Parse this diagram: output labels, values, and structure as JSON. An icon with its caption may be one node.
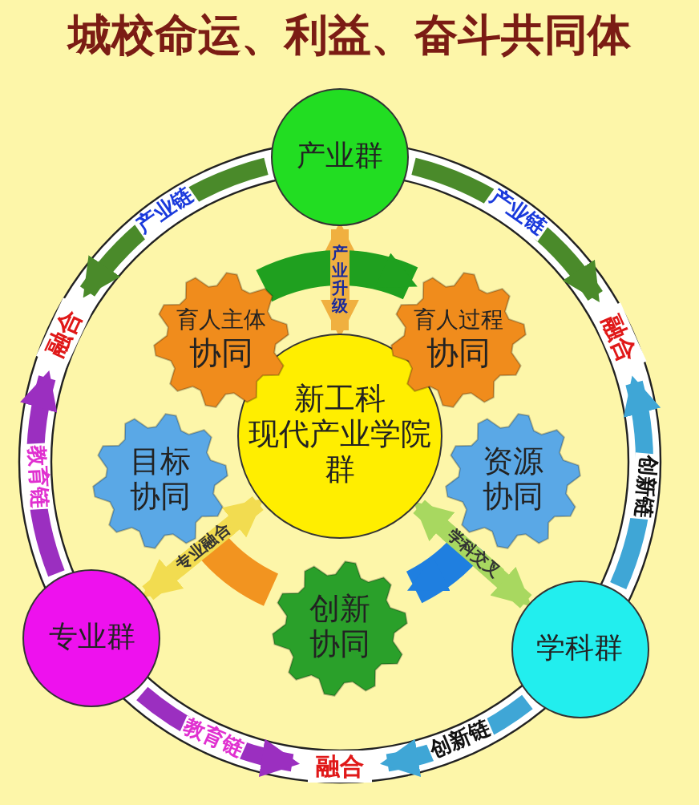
{
  "diagram": {
    "title": "城校命运、利益、奋斗共同体",
    "nodes": [
      {
        "text": [
          "产业群"
        ]
      },
      {
        "text": [
          "育人主体",
          "协同"
        ]
      },
      {
        "text": [
          "育人过程",
          "协同"
        ]
      },
      {
        "text": [
          "新工科",
          "现代产业学院群"
        ]
      },
      {
        "text": [
          "目标协同"
        ]
      },
      {
        "text": [
          "资源协同"
        ]
      },
      {
        "text": [
          "创新协同"
        ]
      },
      {
        "text": [
          "专业群"
        ]
      },
      {
        "text": [
          "学科群"
        ]
      },
      {
        "text": [
          "融合"
        ]
      },
      {
        "text": [
          "融合"
        ]
      },
      {
        "text": [
          "融合"
        ]
      }
    ],
    "edges": [
      {
        "from": 0,
        "to": 3,
        "arrow": "both",
        "label": "产业升级",
        "color": "#f0b040"
      },
      {
        "from": 3,
        "to": 7,
        "arrow": "both",
        "label": "专业融合",
        "color": "#f2dc50"
      },
      {
        "from": 3,
        "to": 8,
        "arrow": "both",
        "label": "学科交叉",
        "color": "#a8d860"
      },
      {
        "from": 0,
        "to": 9,
        "arrow": "to",
        "label": "产业链",
        "color": "#4a8a2a"
      },
      {
        "from": 0,
        "to": 10,
        "arrow": "to",
        "label": "产业链",
        "color": "#4a8a2a"
      },
      {
        "from": 7,
        "to": 9,
        "arrow": "to",
        "label": "教育链",
        "color": "#9b2fc0"
      },
      {
        "from": 8,
        "to": 10,
        "arrow": "to",
        "label": "创新链",
        "color": "#3fa6d6"
      },
      {
        "from": 7,
        "to": 11,
        "arrow": "to",
        "label": "教育链",
        "color": "#9b2fc0"
      },
      {
        "from": 8,
        "to": 11,
        "arrow": "to",
        "label": "创新链",
        "color": "#3fa6d6"
      },
      {
        "from": 1,
        "to": 2,
        "arrow": "to",
        "style": "thick",
        "color": "#1fa01f"
      },
      {
        "from": 5,
        "to": 6,
        "arrow": "to",
        "style": "thick",
        "color": "#1f7fe0"
      },
      {
        "from": 6,
        "to": 4,
        "arrow": "none",
        "style": "thick",
        "color": "#f29420"
      }
    ]
  }
}
